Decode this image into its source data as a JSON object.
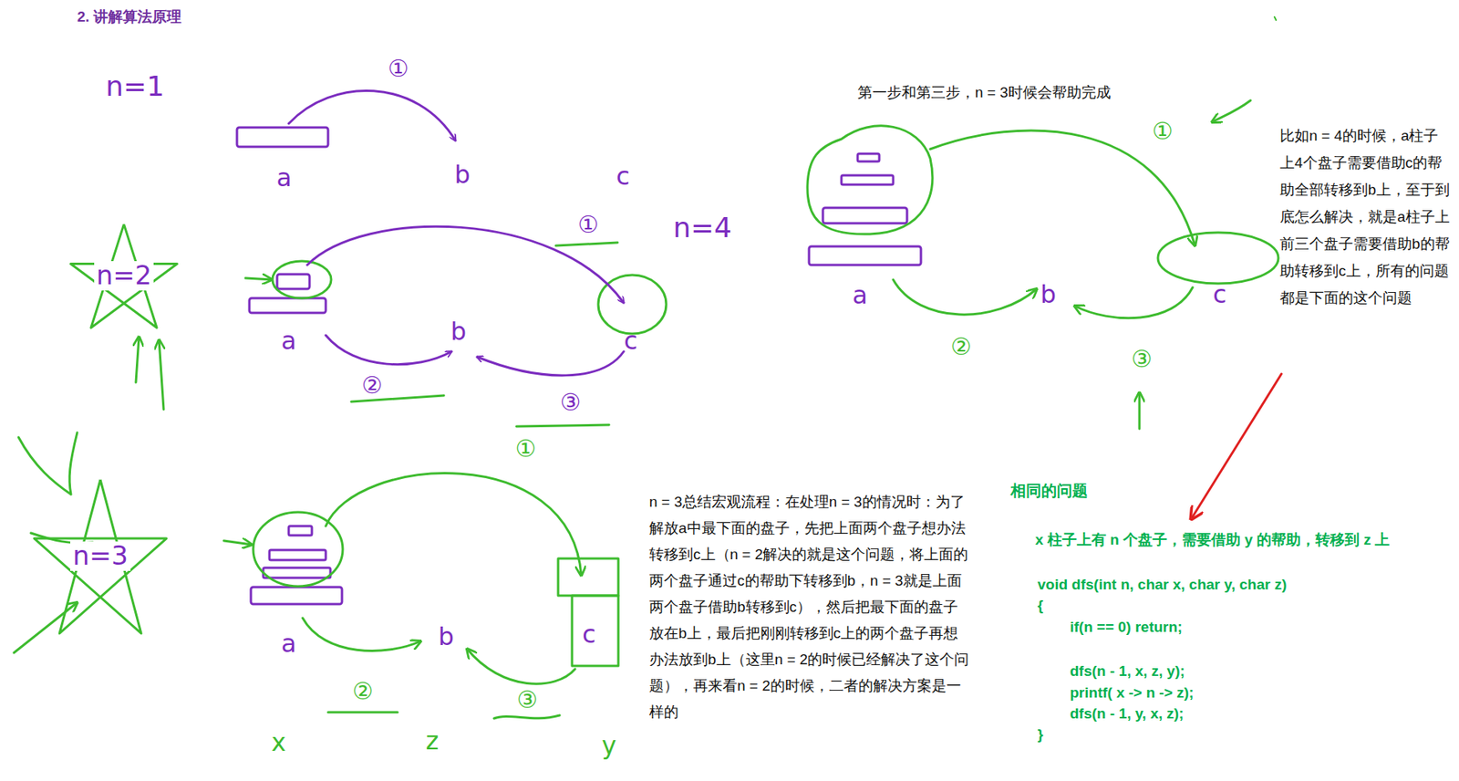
{
  "diagram": {
    "title": "2. 讲解算法原理",
    "nodes": [
      {
        "text": [
          "n=2"
        ]
      },
      {
        "text": [
          "n=3"
        ]
      }
    ],
    "labels": [
      "n=1",
      "①",
      "a",
      "b",
      "c",
      "①",
      "a",
      "b",
      "c",
      "②",
      "③",
      "①",
      "a",
      "b",
      "c",
      "②",
      "③",
      "x",
      "z",
      "y",
      "n = 3总结宏观流程：在处理n = 3的情况时：为了解放a中最下面的盘子，先把上面两个盘子想办法转移到c上（n = 2解决的就是这个问题，将上面的两个盘子通过c的帮助下转移到b，n = 3就是上面两个盘子借助b转移到c），然后把最下面的盘子放在b上，最后把刚刚转移到c上的两个盘子再想办法放到b上（这里n = 2的时候已经解决了这个问题），再来看n = 2的时候，二者的解决方案是一样的",
      "第一步和第三步，n = 3时候会帮助完成",
      "n=4",
      "①",
      "②",
      "③",
      "a",
      "b",
      "c",
      "比如n = 4的时候，a柱子上4个盘子需要借助c的帮助全部转移到b上，至于到底怎么解决，就是a柱子上前三个盘子需要借助b的帮助转移到c上，所有的问题都是下面的这个问题",
      "相同的问题",
      "x 柱子上有 n 个盘子，需要借助 y 的帮助，转移到 z 上",
      "void dfs(int n, char x, char y, char z)",
      "{",
      "if(n == 0) return;",
      "dfs(n - 1, x, z, y);",
      "printf( x -> n -> z);",
      "dfs(n - 1, y, x, z);",
      "}"
    ]
  }
}
